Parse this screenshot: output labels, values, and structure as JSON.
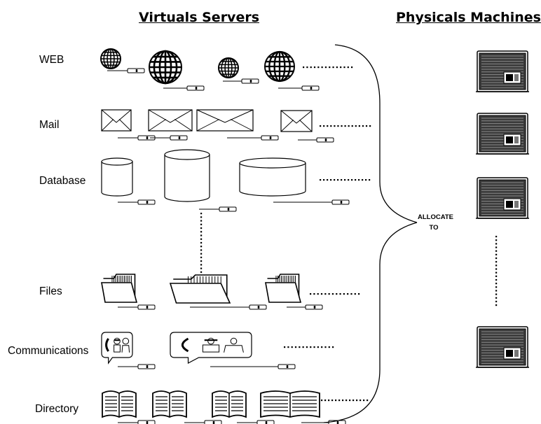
{
  "headings": {
    "virtual_servers": "Virtuals Servers",
    "physical_machines": "Physicals Machines"
  },
  "rows": [
    {
      "label": "WEB",
      "icon": "globe-icon"
    },
    {
      "label": "Mail",
      "icon": "envelope-icon"
    },
    {
      "label": "Database",
      "icon": "database-cylinder-icon"
    },
    {
      "label": "Files",
      "icon": "folder-icon"
    },
    {
      "label": "Communications",
      "icon": "chat-bubble-icon"
    },
    {
      "label": "Directory",
      "icon": "book-icon"
    }
  ],
  "allocate": {
    "line1": "ALLOCATE",
    "line2": "TO"
  },
  "physical_icon": "server-rack-icon"
}
